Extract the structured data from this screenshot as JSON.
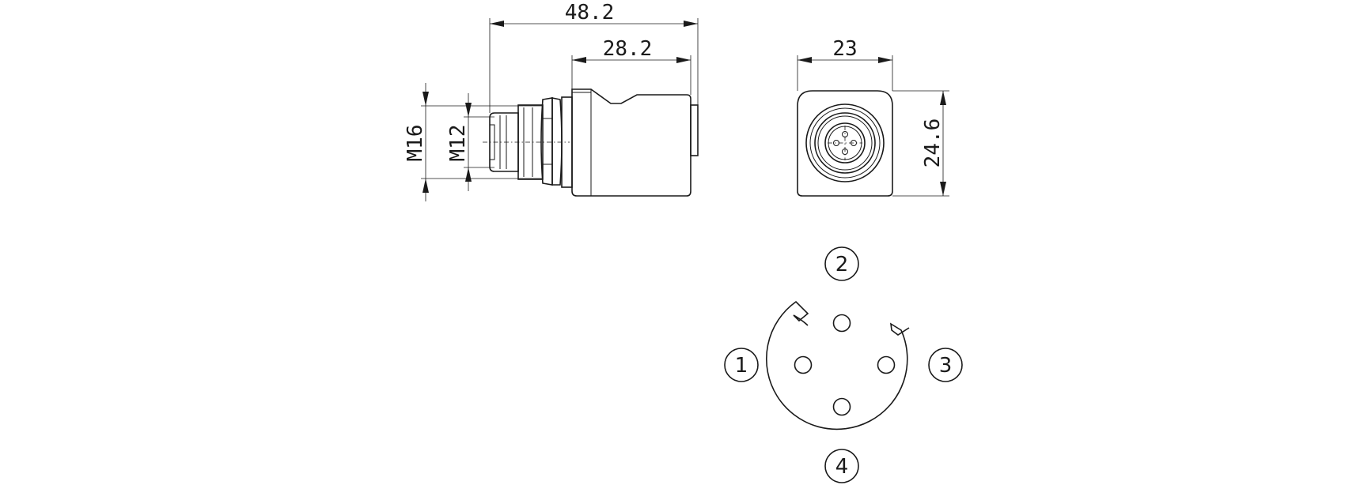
{
  "side_view": {
    "dim_overall_length": "48.2",
    "dim_body_length": "28.2",
    "dim_thread_outer": "M16",
    "dim_thread_inner": "M12"
  },
  "front_view": {
    "dim_width": "23",
    "dim_height": "24.6"
  },
  "pinout": {
    "pins": [
      {
        "number": "1"
      },
      {
        "number": "2"
      },
      {
        "number": "3"
      },
      {
        "number": "4"
      }
    ]
  }
}
